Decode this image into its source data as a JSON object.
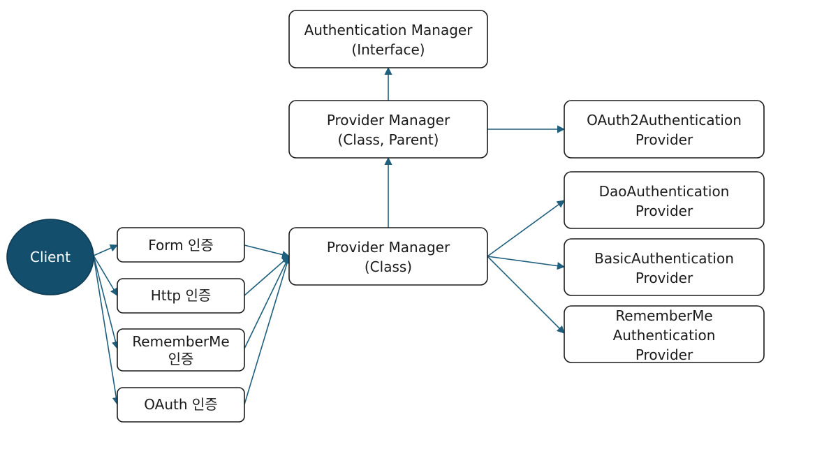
{
  "client": {
    "label": "Client"
  },
  "methods": [
    {
      "id": "form",
      "lines": [
        "Form 인증"
      ]
    },
    {
      "id": "http",
      "lines": [
        "Http 인증"
      ]
    },
    {
      "id": "rememberme",
      "lines": [
        "RememberMe",
        "인증"
      ]
    },
    {
      "id": "oauth",
      "lines": [
        "OAuth 인증"
      ]
    }
  ],
  "managers": [
    {
      "id": "auth-manager",
      "lines": [
        "Authentication Manager",
        "(Interface)"
      ]
    },
    {
      "id": "provider-manager-parent",
      "lines": [
        "Provider Manager",
        "(Class, Parent)"
      ]
    },
    {
      "id": "provider-manager",
      "lines": [
        "Provider Manager",
        "(Class)"
      ]
    }
  ],
  "providers": [
    {
      "id": "oauth2",
      "lines": [
        "OAuth2Authentication",
        "Provider"
      ]
    },
    {
      "id": "dao",
      "lines": [
        "DaoAuthentication",
        "Provider"
      ]
    },
    {
      "id": "basic",
      "lines": [
        "BasicAuthentication",
        "Provider"
      ]
    },
    {
      "id": "rememberme",
      "lines": [
        "RememberMe",
        "Authentication",
        "Provider"
      ]
    }
  ],
  "edges": [
    {
      "from": "client",
      "to": "method:form"
    },
    {
      "from": "client",
      "to": "method:http"
    },
    {
      "from": "client",
      "to": "method:rememberme"
    },
    {
      "from": "client",
      "to": "method:oauth"
    },
    {
      "from": "method:form",
      "to": "manager:provider-manager"
    },
    {
      "from": "method:http",
      "to": "manager:provider-manager"
    },
    {
      "from": "method:rememberme",
      "to": "manager:provider-manager"
    },
    {
      "from": "method:oauth",
      "to": "manager:provider-manager"
    },
    {
      "from": "manager:provider-manager",
      "to": "manager:provider-manager-parent"
    },
    {
      "from": "manager:provider-manager-parent",
      "to": "manager:auth-manager"
    },
    {
      "from": "manager:provider-manager-parent",
      "to": "provider:oauth2"
    },
    {
      "from": "manager:provider-manager",
      "to": "provider:dao"
    },
    {
      "from": "manager:provider-manager",
      "to": "provider:basic"
    },
    {
      "from": "manager:provider-manager",
      "to": "provider:rememberme"
    }
  ],
  "colors": {
    "client_fill": "#134f6d",
    "edge": "#1f5f7e",
    "box_stroke": "#1a1a1a"
  }
}
